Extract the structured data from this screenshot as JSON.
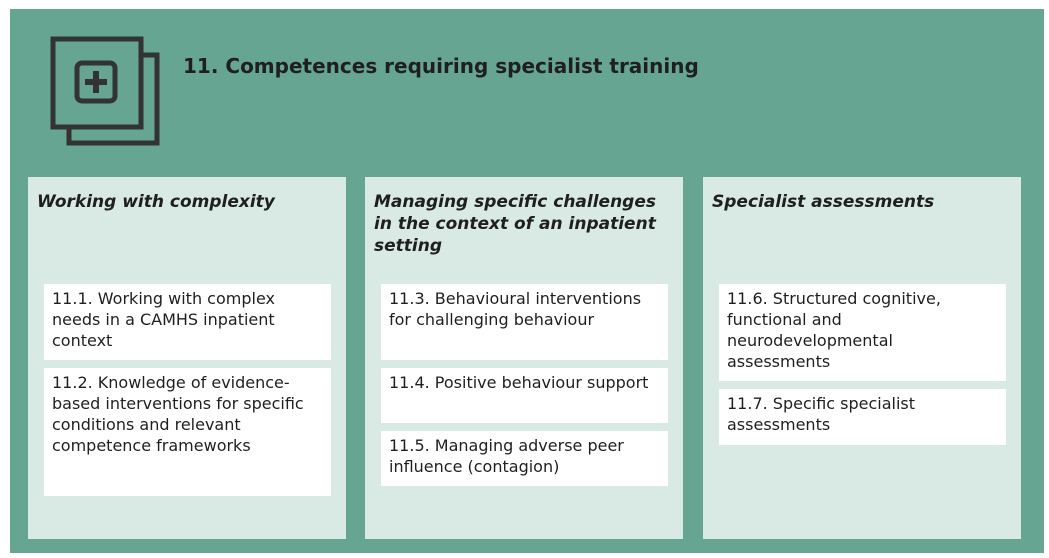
{
  "header": {
    "title": "11. Competences requiring specialist training",
    "icon": "plus-square-icon",
    "background_color": "#66a591",
    "column_color": "#d9e9e3"
  },
  "columns": [
    {
      "heading": "Working with complexity",
      "items": [
        "11.1. Working with complex needs in a CAMHS inpatient context",
        "11.2. Knowledge of evidence-based interventions for specific conditions and relevant competence frameworks"
      ]
    },
    {
      "heading": "Managing specific challenges in the context of an inpatient setting",
      "items": [
        "11.3. Behavioural interventions for challenging behaviour",
        "11.4. Positive behaviour support",
        "11.5. Managing adverse peer influence (contagion)"
      ]
    },
    {
      "heading": "Specialist assessments",
      "items": [
        "11.6. Structured cognitive, functional and neurodevelopmental assessments",
        "11.7. Specific specialist assessments"
      ]
    }
  ]
}
